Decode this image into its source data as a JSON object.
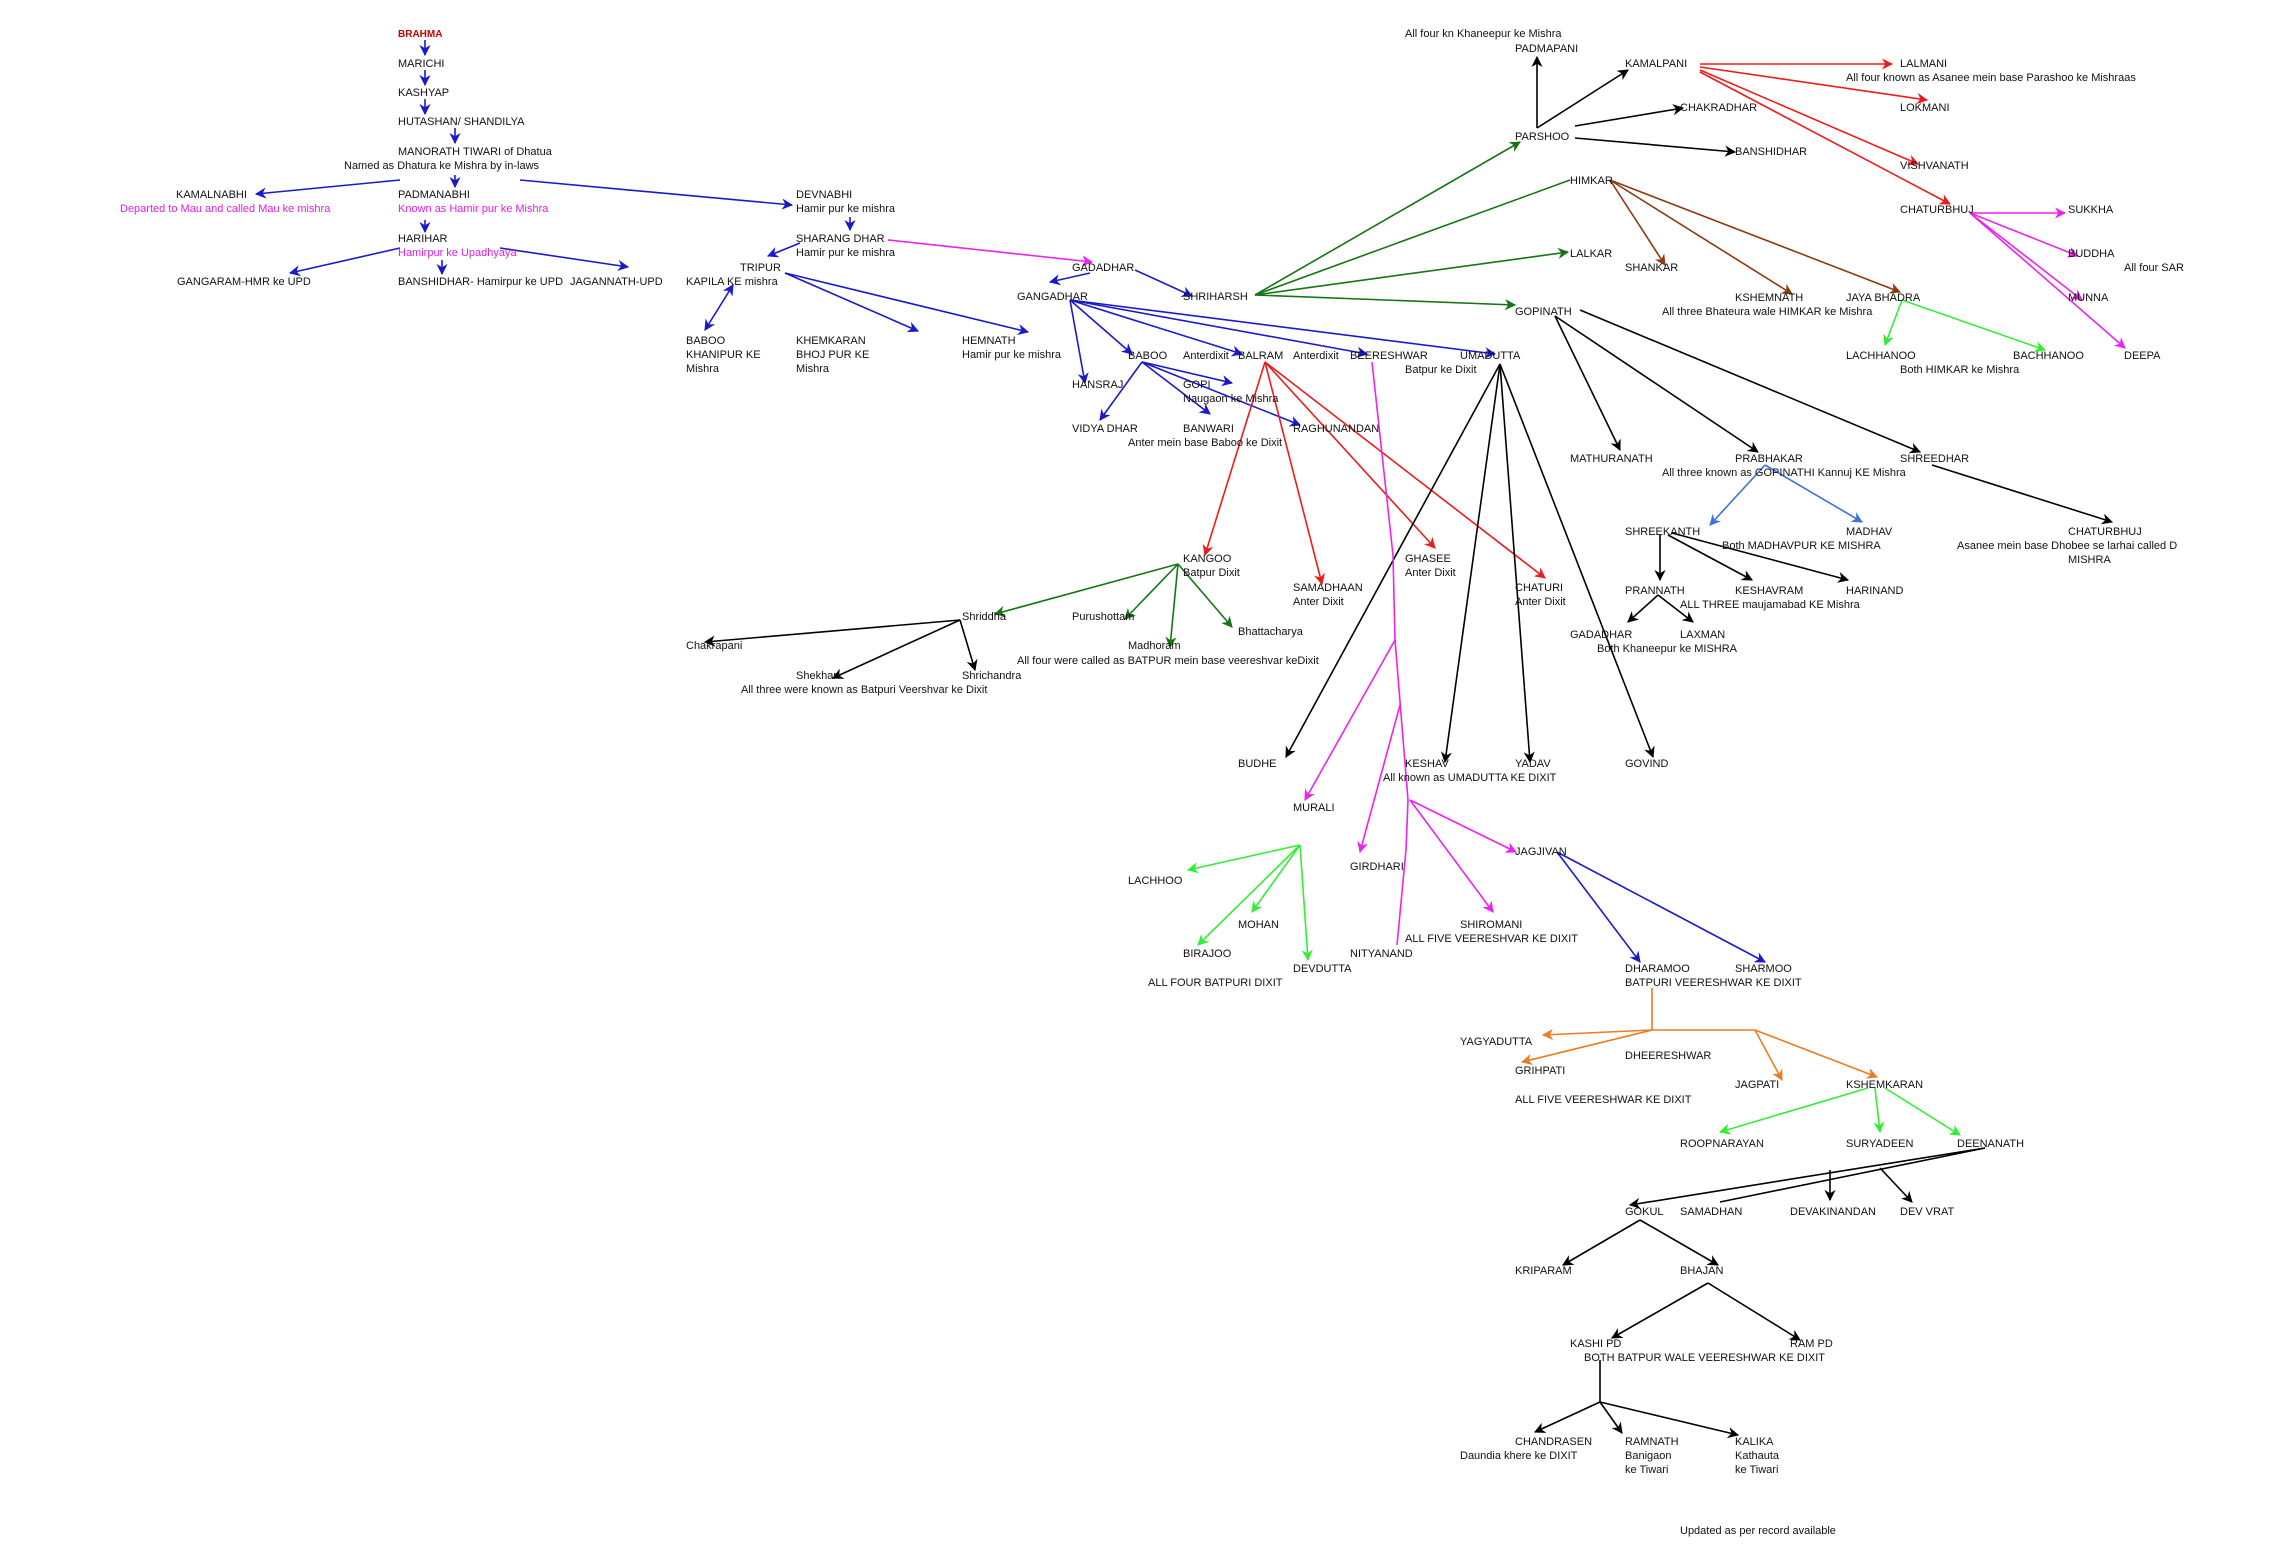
{
  "colors": {
    "blue": "#1a1acc",
    "magenta": "#ee22ee",
    "green": "#157515",
    "lime": "#33ee33",
    "red": "#ee1b1b",
    "black": "#000000",
    "brown": "#8a3a12",
    "orange": "#ee7a22",
    "steel": "#3b73d6",
    "title": "#c00000",
    "pink_text": "#e020e0"
  },
  "labels": {
    "brahma": "BRAHMA",
    "marichi": "MARICHI",
    "kashyap": "KASHYAP",
    "hutashan": "HUTASHAN/ SHANDILYA",
    "manorath": "MANORATH TIWARI of Dhatua",
    "manorath_note": "Named as Dhatura  ke Mishra    by in-laws",
    "kamalnabhi": "KAMALNABHI",
    "kamalnabhi_note": "Departed to Mau and called Mau ke mishra",
    "padmanabhi": "PADMANABHI",
    "padmanabhi_note": "Known as Hamir pur ke Mishra",
    "devnabhi": "DEVNABHI",
    "devnabhi_note": "Hamir pur ke mishra",
    "harihar": "HARIHAR",
    "harihar_note": "Hamirpur ke Upadhyaya",
    "sharang": "SHARANG DHAR",
    "sharang_note": "Hamir pur ke mishra",
    "gangaram": "GANGARAM-HMR ke UPD",
    "banshidhar_hmr": "BANSHIDHAR- Hamirpur ke UPD",
    "jagannath": "JAGANNATH-UPD",
    "tripur": "TRIPUR",
    "kapila": "KAPILA KE mishra",
    "baboo_k1": "BABOO",
    "baboo_k2": "KHANIPUR KE",
    "baboo_k3": "Mishra",
    "khemkaran1": "KHEMKARAN",
    "khemkaran2": "BHOJ PUR  KE",
    "khemkaran3": "Mishra",
    "hemnath": "HEMNATH",
    "hemnath_note": "Hamir pur ke mishra",
    "gadadhar": "GADADHAR",
    "gangadhar": "GANGADHAR",
    "shriharsh": "SHRIHARSH",
    "baboo2": "BABOO",
    "anterdixit1": "Anterdixit",
    "balram": "BALRAM",
    "anterdixit2": "Anterdixit",
    "beereshwar": "BEERESHWAR",
    "umadutta": "UMADUTTA",
    "umadutta_note": "Batpur ke Dixit",
    "hansraj": "HANSRAJ",
    "gopi": "GOPI",
    "gopi_note": "Naugaon ke Mishra",
    "vidyadhar": "VIDYA DHAR",
    "banwari": "BANWARI",
    "raghunandan": "RAGHUNANDAN",
    "anter_baboo": "Anter mein base Baboo ke Dixit",
    "kangoo": "KANGOO",
    "kangoo_note": "Batpur Dixit",
    "samadhaan": "SAMADHAAN",
    "samadhaan_note": "Anter Dixit",
    "ghasee": "GHASEE",
    "ghasee_note": "Anter Dixit",
    "chaturi": "CHATURI",
    "chaturi_note": "Anter Dixit",
    "shriddha": "Shriddha",
    "purushottam": "Purushottam",
    "bhattacharya": "Bhattacharya",
    "madhoram": "Madhoram",
    "all_four_batpur": "All four   were called as BATPUR mein base veereshvar keDixit",
    "chakrapani": "Chakrapani",
    "shekhar": "Shekhar",
    "shrichandra": "Shrichandra",
    "all_three_batpuri": "All three were known as Batpuri Veershvar ke Dixit",
    "budhe": "BUDHE",
    "keshav": "KESHAV",
    "yadav": "YADAV",
    "govind": "GOVIND",
    "all_known_umadutta": "All known as UMADUTTA KE DIXIT",
    "murali": "MURALI",
    "girdhari": "GIRDHARI",
    "jagjivan": "JAGJIVAN",
    "lachhoo": "LACHHOO",
    "mohan": "MOHAN",
    "birajoo": "BIRAJOO",
    "devdutta": "DEVDUTTA",
    "nityanand": "NITYANAND",
    "all_four_batpuri": "ALL FOUR  BATPURI DIXIT",
    "shiromani": "SHIROMANI",
    "all_five_veer": "ALL FIVE VEERESHVAR KE DIXIT",
    "dharamoo": "DHARAMOO",
    "sharmoo": "SHARMOO",
    "batpuri_veer": "BATPURI VEERESHWAR KE DIXIT",
    "yagyadutta": "YAGYADUTTA",
    "grihpati": "GRIHPATI",
    "dheereshwar": "DHEERESHWAR",
    "jagpati": "JAGPATI",
    "kshemkaran": "KSHEMKARAN",
    "all_five_veereshwar": "ALL FIVE VEERESHWAR KE DIXIT",
    "roopnarayan": "ROOPNARAYAN",
    "suryadeen": "SURYADEEN",
    "deenanath": "DEENANATH",
    "gokul": "GOKUL",
    "samadhan": "SAMADHAN",
    "devakinandan": "DEVAKINANDAN",
    "devvrat": "DEV VRAT",
    "kriparam": "KRIPARAM",
    "bhajan": "BHAJAN",
    "kashipd": "KASHI PD",
    "rampd": "RAM PD",
    "both_batpur": "BOTH  BATPUR WALE VEERESHWAR KE DIXIT",
    "chandrasen": "CHANDRASEN",
    "chandrasen_note": "Daundia khere ke DIXIT",
    "ramnath": "RAMNATH",
    "ramnath_note1": "Banigaon",
    "ramnath_note2": "ke Tiwari",
    "kalika": "KALIKA",
    "kalika_note1": "Kathauta",
    "kalika_note2": "ke Tiwari",
    "updated": "Updated as per record available",
    "all_four_khaneepur": "All four kn Khaneepur ke Mishra",
    "padmapani": "PADMAPANI",
    "kamalpani": "KAMALPANI",
    "lalmani": "LALMANI",
    "all_four_asanee": "All four known as Asanee mein base Parashoo ke Mishraas",
    "chakradhar": "CHAKRADHAR",
    "lokmani": "LOKMANI",
    "parshoo": "PARSHOO",
    "banshidhar": "BANSHIDHAR",
    "vishvanath": "VISHVANATH",
    "himkar": "HIMKAR",
    "chaturbhuj": "CHATURBHUJ",
    "sukkha": "SUKKHA",
    "buddha": "BUDDHA",
    "all_four_sar": "All four SAR",
    "munna": "MUNNA",
    "deepa": "DEEPA",
    "lalkar": "LALKAR",
    "shankar": "SHANKAR",
    "kshemnath": "KSHEMNATH",
    "jaya_bhadra": "JAYA BHADRA",
    "all_three_bhateura": "All three Bhateura wale HIMKAR ke Mishra",
    "gopinath": "GOPINATH",
    "lachhanoo": "LACHHANOO",
    "bachhanoo": "BACHHANOO",
    "both_himkar": "Both HIMKAR ke Mishra",
    "mathuranath": "MATHURANATH",
    "prabhakar": "PRABHAKAR",
    "shreedhar": "SHREEDHAR",
    "all_three_gopinathi": "All three known as GOPINATHI Kannuj KE Mishra",
    "shreekanth": "SHREEKANTH",
    "madhav": "MADHAV",
    "both_madhavpur": "Both MADHAVPUR KE MISHRA",
    "chaturbhuj2": "CHATURBHUJ",
    "chaturbhuj2_note1": "Asanee mein base Dhobee se larhai  called D",
    "chaturbhuj2_note2": "MISHRA",
    "prannath": "PRANNATH",
    "keshavram": "KESHAVRAM",
    "harinand": "HARINAND",
    "all_three_maujamabad": "ALL THREE maujamabad KE Mishra",
    "gadadhar2": "GADADHAR",
    "laxman": "LAXMAN",
    "both_khaneepur": "Both Khaneepur ke MISHRA"
  }
}
